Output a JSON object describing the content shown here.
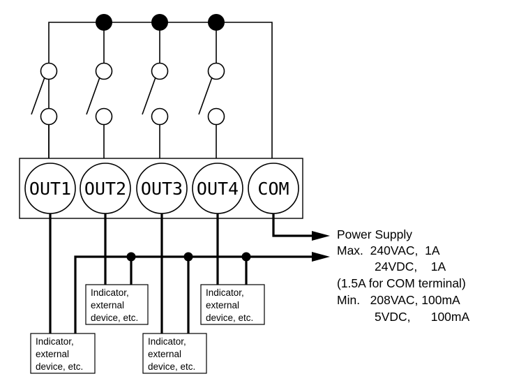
{
  "terminals": [
    "OUT1",
    "OUT2",
    "OUT3",
    "OUT4",
    "COM"
  ],
  "power_supply": {
    "lines": [
      "Power Supply",
      "Max.  240VAC,  1A",
      "24VDC,    1A",
      "(1.5A for COM terminal)",
      "Min.   208VAC, 100mA",
      "5VDC,      100mA"
    ]
  },
  "loads": [
    {
      "lines": [
        "Indicator,",
        "external",
        "device, etc."
      ]
    },
    {
      "lines": [
        "Indicator,",
        "external",
        "device, etc."
      ]
    },
    {
      "lines": [
        "Indicator,",
        "external",
        "device, etc."
      ]
    },
    {
      "lines": [
        "Indicator,",
        "external",
        "device, etc."
      ]
    }
  ]
}
